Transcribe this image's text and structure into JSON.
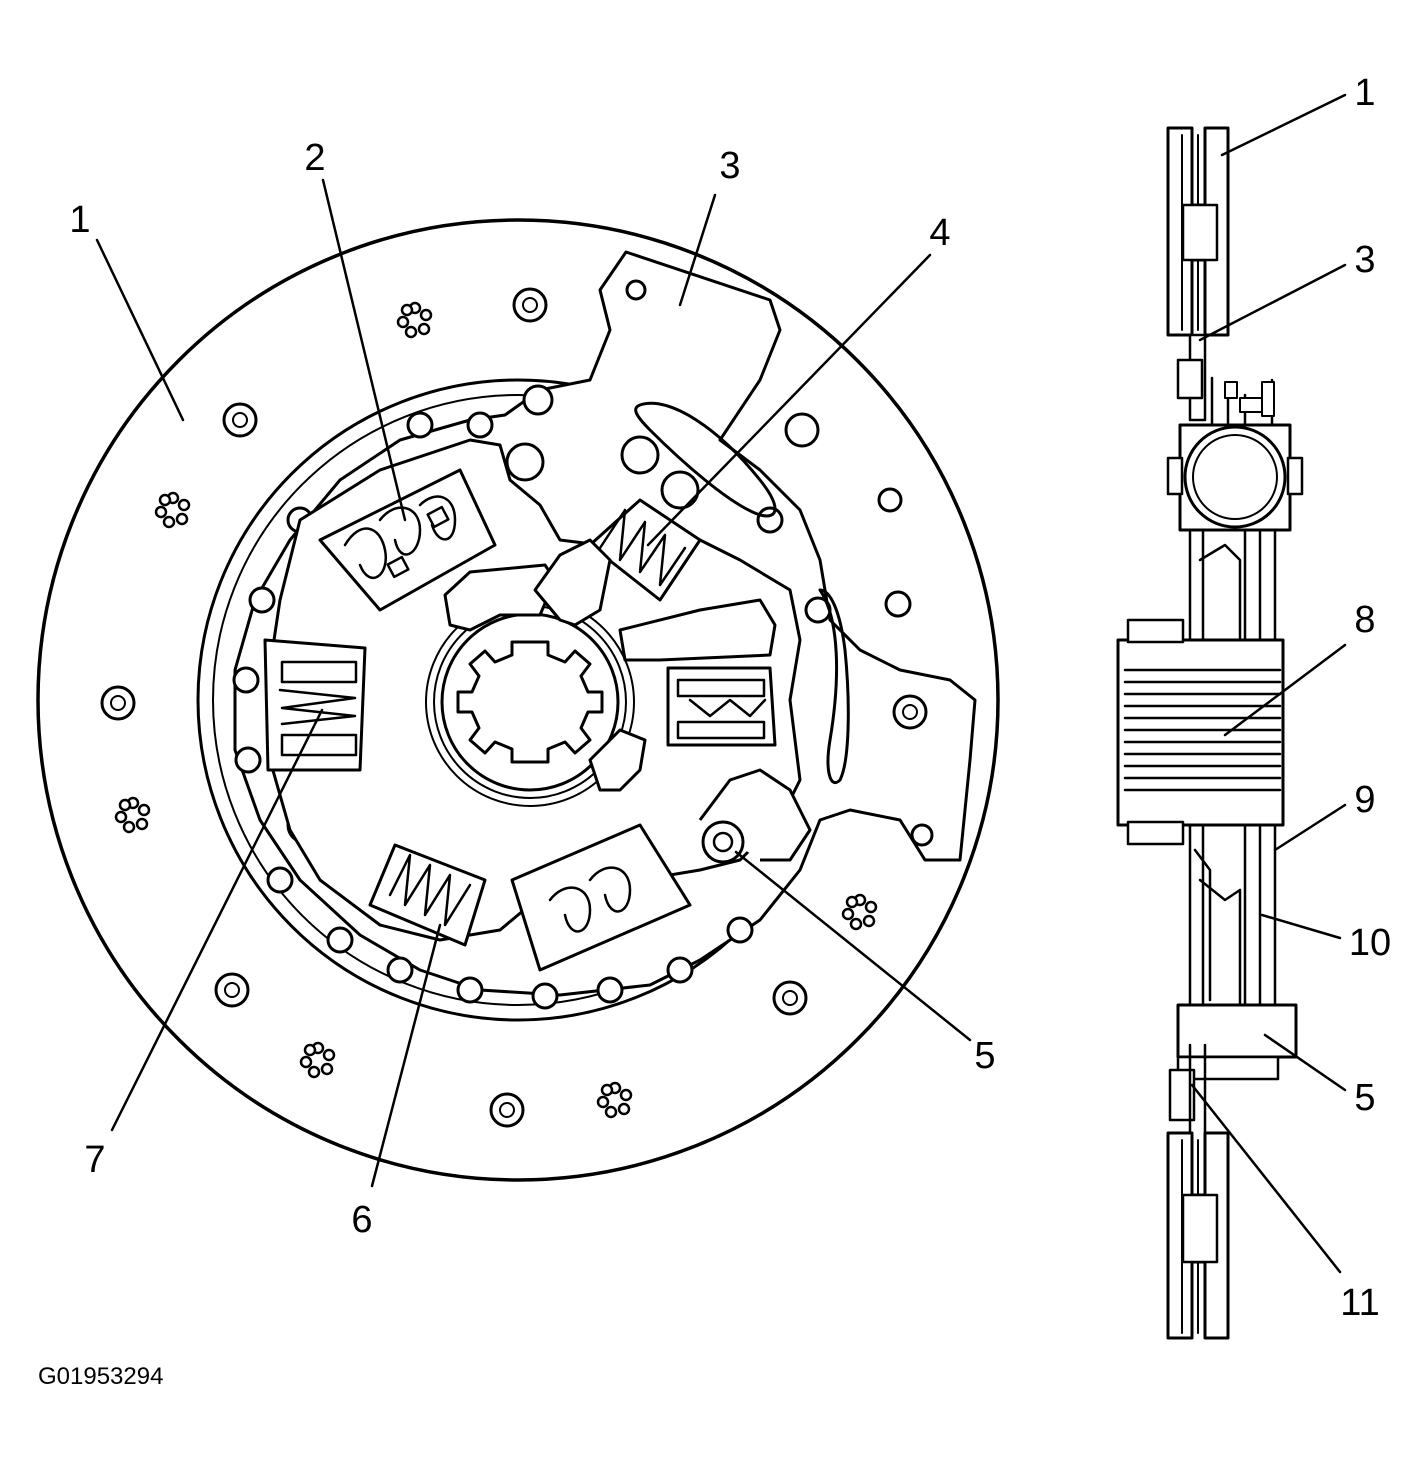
{
  "diagram": {
    "figure_code": "G01953294",
    "face_view": {
      "callouts": [
        {
          "id": "1",
          "text": "1"
        },
        {
          "id": "2",
          "text": "2"
        },
        {
          "id": "3",
          "text": "3"
        },
        {
          "id": "4",
          "text": "4"
        },
        {
          "id": "5",
          "text": "5"
        },
        {
          "id": "6",
          "text": "6"
        },
        {
          "id": "7",
          "text": "7"
        }
      ]
    },
    "side_view": {
      "callouts": [
        {
          "id": "1",
          "text": "1"
        },
        {
          "id": "3",
          "text": "3"
        },
        {
          "id": "8",
          "text": "8"
        },
        {
          "id": "9",
          "text": "9"
        },
        {
          "id": "10",
          "text": "10"
        },
        {
          "id": "5",
          "text": "5"
        },
        {
          "id": "11",
          "text": "11"
        }
      ]
    }
  }
}
